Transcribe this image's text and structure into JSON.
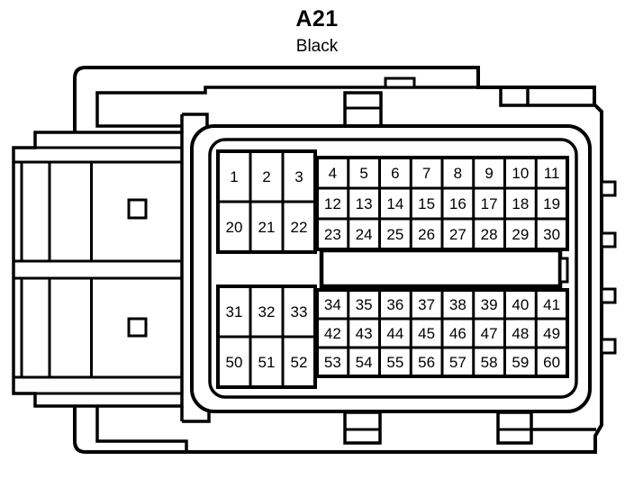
{
  "title": "A21",
  "subtitle": "Black",
  "diagram": {
    "type": "connector-pinout",
    "colors": {
      "line": "#000000",
      "background": "#ffffff"
    },
    "pin_grids": {
      "top_left": {
        "rows": [
          [
            "1",
            "2",
            "3"
          ],
          [
            "20",
            "21",
            "22"
          ]
        ]
      },
      "top_right": {
        "rows": [
          [
            "4",
            "5",
            "6",
            "7",
            "8",
            "9",
            "10",
            "11"
          ],
          [
            "12",
            "13",
            "14",
            "15",
            "16",
            "17",
            "18",
            "19"
          ],
          [
            "23",
            "24",
            "25",
            "26",
            "27",
            "28",
            "29",
            "30"
          ]
        ]
      },
      "bottom_left": {
        "rows": [
          [
            "31",
            "32",
            "33"
          ],
          [
            "50",
            "51",
            "52"
          ]
        ]
      },
      "bottom_right": {
        "rows": [
          [
            "34",
            "35",
            "36",
            "37",
            "38",
            "39",
            "40",
            "41"
          ],
          [
            "42",
            "43",
            "44",
            "45",
            "46",
            "47",
            "48",
            "49"
          ],
          [
            "53",
            "54",
            "55",
            "56",
            "57",
            "58",
            "59",
            "60"
          ]
        ]
      }
    }
  }
}
